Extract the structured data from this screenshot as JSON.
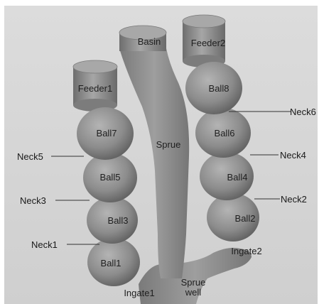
{
  "labels": {
    "basin": "Basin",
    "sprue": "Sprue",
    "sprue_well_line1": "Sprue",
    "sprue_well_line2": "well",
    "feeder1": "Feeder1",
    "feeder2": "Feeder2",
    "ball1": "Ball1",
    "ball2": "Ball2",
    "ball3": "Ball3",
    "ball4": "Ball4",
    "ball5": "Ball5",
    "ball6": "Ball6",
    "ball7": "Ball7",
    "ball8": "Ball8",
    "neck1": "Neck1",
    "neck2": "Neck2",
    "neck3": "Neck3",
    "neck4": "Neck4",
    "neck5": "Neck5",
    "neck6": "Neck6",
    "ingate1": "Ingate1",
    "ingate2": "Ingate2"
  },
  "colors": {
    "background_panel": "#d6d6d6",
    "part_fill": "#8c8c8c",
    "part_highlight": "#b4b4b4",
    "part_shadow": "#5e5e5e"
  }
}
